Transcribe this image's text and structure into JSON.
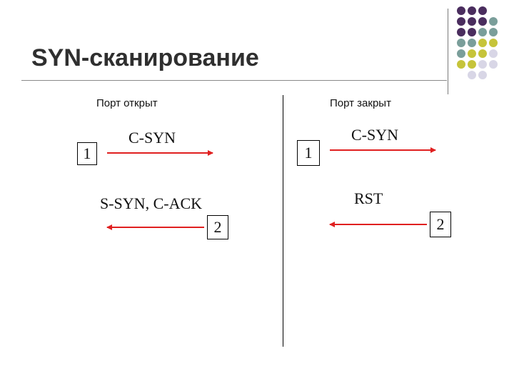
{
  "slide": {
    "title": "SYN-сканирование"
  },
  "open_port": {
    "header": "Порт открыт",
    "step1_number": "1",
    "step1_label": "C-SYN",
    "step2_label": "S-SYN, C-ACK",
    "step2_number": "2"
  },
  "closed_port": {
    "header": "Порт закрыт",
    "step1_number": "1",
    "step1_label": "C-SYN",
    "step2_label": "RST",
    "step2_number": "2"
  },
  "colors": {
    "arrow": "#e02020",
    "purple": "#4a2d5e",
    "teal": "#7a9e9a",
    "olive": "#c6c43a",
    "lavender": "#d8d6e6"
  }
}
